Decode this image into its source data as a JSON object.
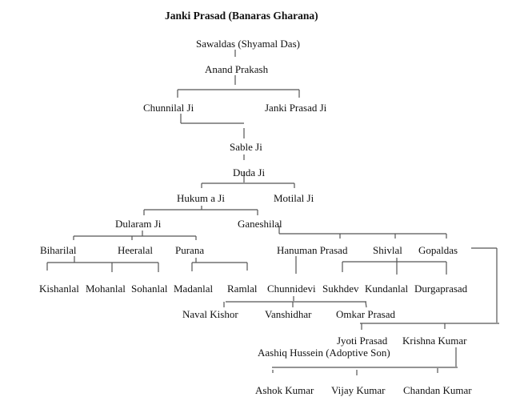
{
  "title": "Janki Prasad (Banaras Gharana)",
  "nodes": {
    "sawaldas": "Sawaldas (Shyamal Das)",
    "anand_prakash": "Anand Prakash",
    "chunnilal": "Chunnilal Ji",
    "janki_prasad": "Janki Prasad Ji",
    "sable": "Sable Ji",
    "duda": "Duda Ji",
    "hukuma": "Hukum a Ji",
    "motilal": "Motilal Ji",
    "dularam": "Dularam Ji",
    "ganeshilal": "Ganeshilal",
    "biharilal": "Biharilal",
    "heeralal": "Heeralal",
    "purana": "Purana",
    "hanuman_prasad": "Hanuman Prasad",
    "shivlal": "Shivlal",
    "gopaldas": "Gopaldas",
    "kishanlal": "Kishanlal",
    "mohanlal": "Mohanlal",
    "sohanlal": "Sohanlal",
    "madanlal": "Madanlal",
    "ramlal": "Ramlal",
    "chunnidevi": "Chunnidevi",
    "sukhdev": "Sukhdev",
    "kundanlal": "Kundanlal",
    "durgaprasad": "Durgaprasad",
    "naval_kishor": "Naval Kishor",
    "vanshidhar": "Vanshidhar",
    "omkar_prasad": "Omkar Prasad",
    "jyoti_prasad": "Jyoti Prasad",
    "krishna_kumar": "Krishna Kumar",
    "aashiq_hussein": "Aashiq Hussein (Adoptive Son)",
    "ashok_kumar": "Ashok Kumar",
    "vijay_kumar": "Vijay Kumar",
    "chandan_kumar": "Chandan Kumar"
  }
}
